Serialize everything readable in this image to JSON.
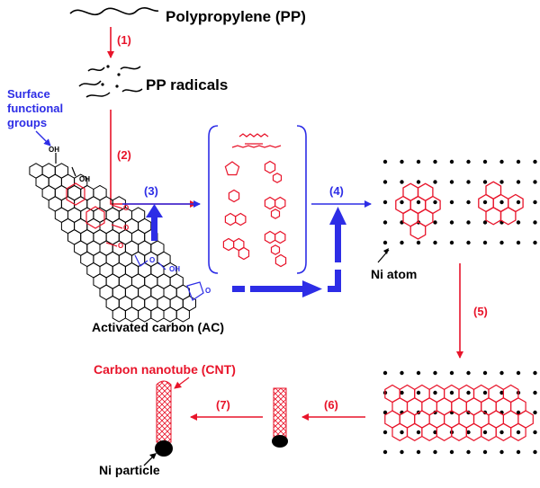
{
  "labels": {
    "polypropylene": "Polypropylene (PP)",
    "pp_radicals": "PP radicals",
    "surface_groups_1": "Surface",
    "surface_groups_2": "functional",
    "surface_groups_3": "groups",
    "activated_carbon": "Activated carbon (AC)",
    "ni_atom": "Ni atom",
    "cnt": "Carbon nanotube (CNT)",
    "ni_particle": "Ni particle",
    "oh": "OH",
    "o": "O"
  },
  "steps": {
    "s1": "(1)",
    "s2": "(2)",
    "s3": "(3)",
    "s4": "(4)",
    "s5": "(5)",
    "s6": "(6)",
    "s7": "(7)"
  },
  "colors": {
    "red": "#e8142a",
    "blue": "#2d2de6",
    "black": "#000000"
  }
}
